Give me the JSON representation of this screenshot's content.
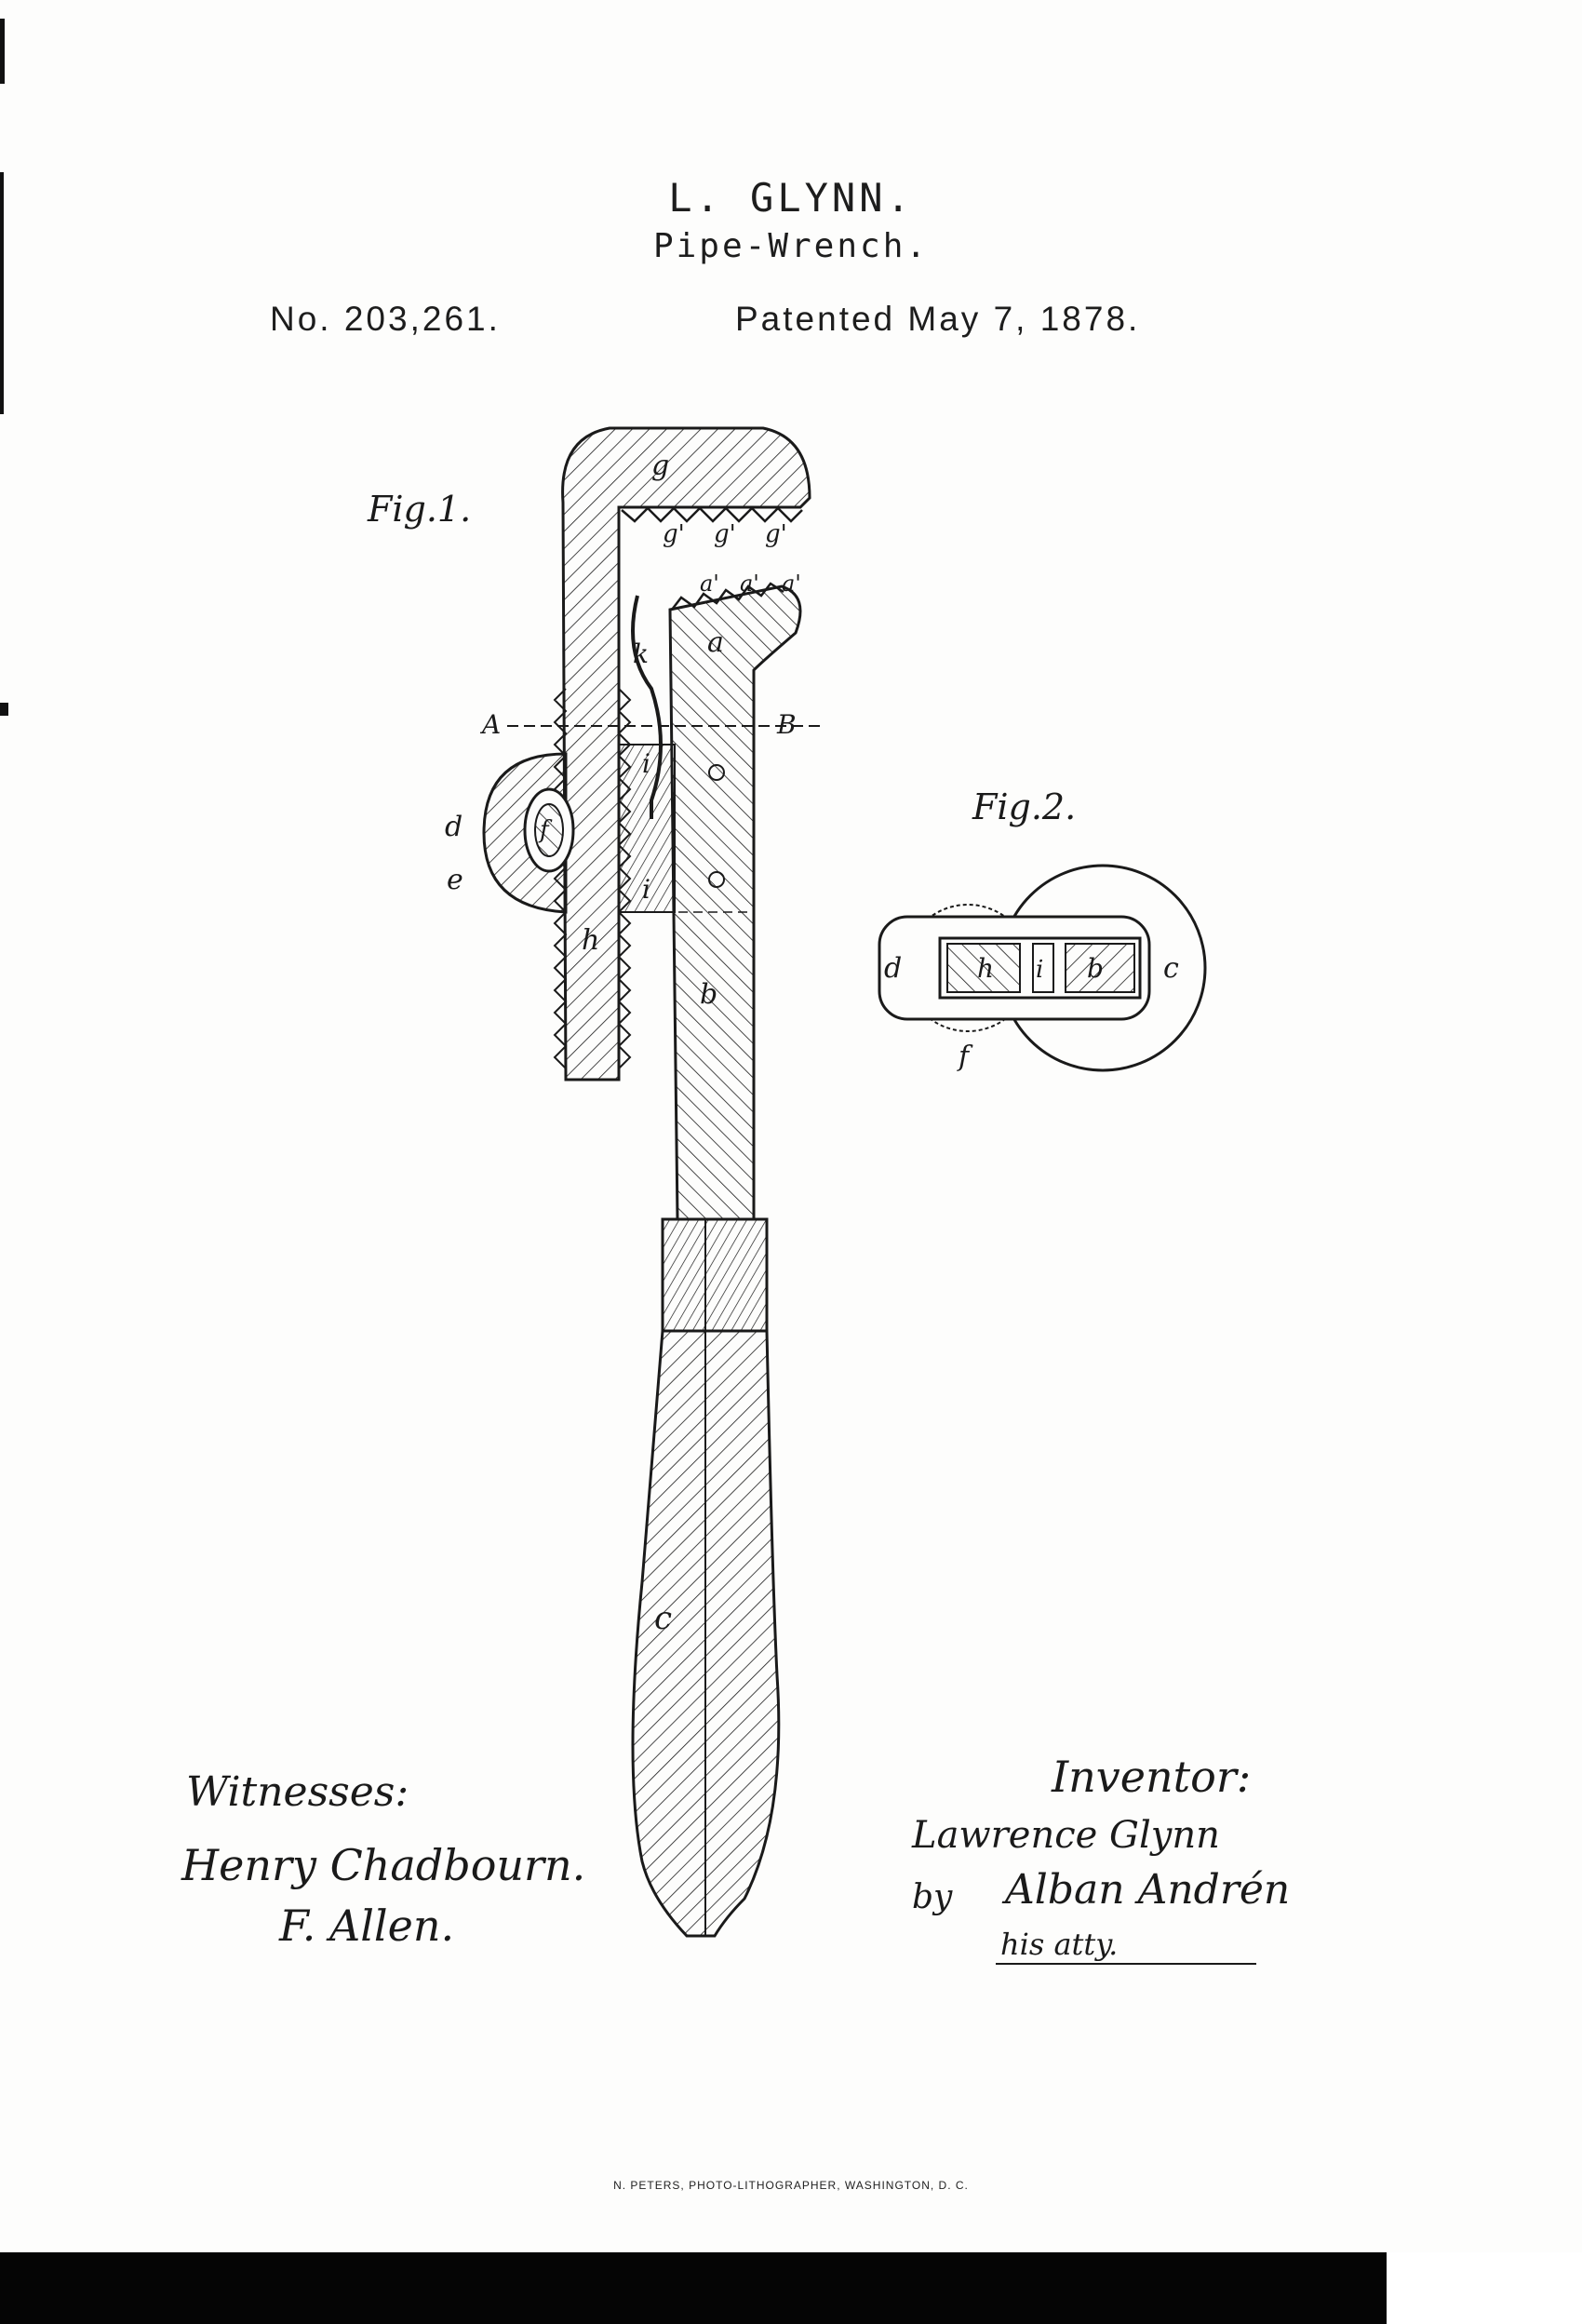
{
  "header": {
    "inventor": "L. GLYNN.",
    "title": "Pipe-Wrench.",
    "patent_number": "No. 203,261.",
    "patented_date": "Patented May 7, 1878."
  },
  "figures": {
    "fig1_label": "Fig.1.",
    "fig2_label": "Fig.2."
  },
  "fig1_letters": {
    "g": "g",
    "g_prime": "g'",
    "a_prime": "a'",
    "a": "a",
    "k": "k",
    "A": "A",
    "B": "B",
    "i": "i",
    "d": "d",
    "f": "f",
    "e": "e",
    "h": "h",
    "b": "b",
    "c": "c"
  },
  "fig2_letters": {
    "d": "d",
    "h": "h",
    "i": "i",
    "b": "b",
    "c": "c",
    "f": "f"
  },
  "witnesses": {
    "heading": "Witnesses:",
    "first": "Henry Chadbourn.",
    "second": "F. Allen."
  },
  "inventor_block": {
    "heading": "Inventor:",
    "signature": "Lawrence Glynn",
    "by": "by",
    "attorney": "Alban Andrén",
    "role": "his atty."
  },
  "printer_credit": "N. PETERS, PHOTO-LITHOGRAPHER, WASHINGTON, D. C.",
  "colors": {
    "ink": "#1a1a1a",
    "paper": "#fdfdfc",
    "band": "#050505"
  }
}
